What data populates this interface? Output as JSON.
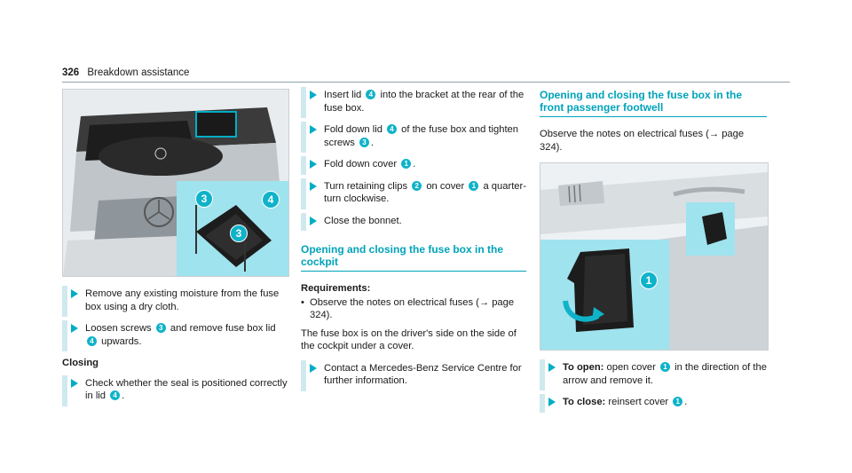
{
  "header": {
    "page_number": "326",
    "title": "Breakdown assistance"
  },
  "col1": {
    "figure_markers": {
      "m3a": "3",
      "m4": "4",
      "m3b": "3"
    },
    "step1": "Remove any existing moisture from the fuse box using a dry cloth.",
    "step2_a": "Loosen screws",
    "step2_m": "3",
    "step2_b": "and remove fuse box lid",
    "step2_m2": "4",
    "step2_c": "upwards.",
    "closing_heading": "Closing",
    "step3_a": "Check whether the seal is positioned correctly in lid",
    "step3_m": "4",
    "step3_b": "."
  },
  "col2": {
    "s1_a": "Insert lid",
    "s1_m": "4",
    "s1_b": "into the bracket at the rear of the fuse box.",
    "s2_a": "Fold down lid",
    "s2_m": "4",
    "s2_b": "of the fuse box and tighten screws",
    "s2_m2": "3",
    "s2_c": ".",
    "s3_a": "Fold down cover",
    "s3_m": "1",
    "s3_b": ".",
    "s4_a": "Turn retaining clips",
    "s4_m": "2",
    "s4_b": "on cover",
    "s4_m2": "1",
    "s4_c": "a quarter-turn clockwise.",
    "s5": "Close the bonnet.",
    "heading": "Opening and closing the fuse box in the cockpit",
    "req_head": "Requirements:",
    "req1": "Observe the notes on electrical fuses (→ page 324).",
    "para": "The fuse box is on the driver's side on the side of the cockpit under a cover.",
    "s6": "Contact a Mercedes-Benz Service Centre for further information."
  },
  "col3": {
    "heading": "Opening and closing the fuse box in the front passenger footwell",
    "intro": "Observe the notes on electrical fuses (→ page 324).",
    "figure_marker": "1",
    "open_label": "To open:",
    "open_a": "open cover",
    "open_m": "1",
    "open_b": "in the direction of the arrow and remove it.",
    "close_label": "To close:",
    "close_a": "reinsert cover",
    "close_m": "1",
    "close_b": "."
  },
  "colors": {
    "accent": "#00a3b9",
    "marker": "#0fb3c9",
    "bar": "#cfe9ef"
  }
}
